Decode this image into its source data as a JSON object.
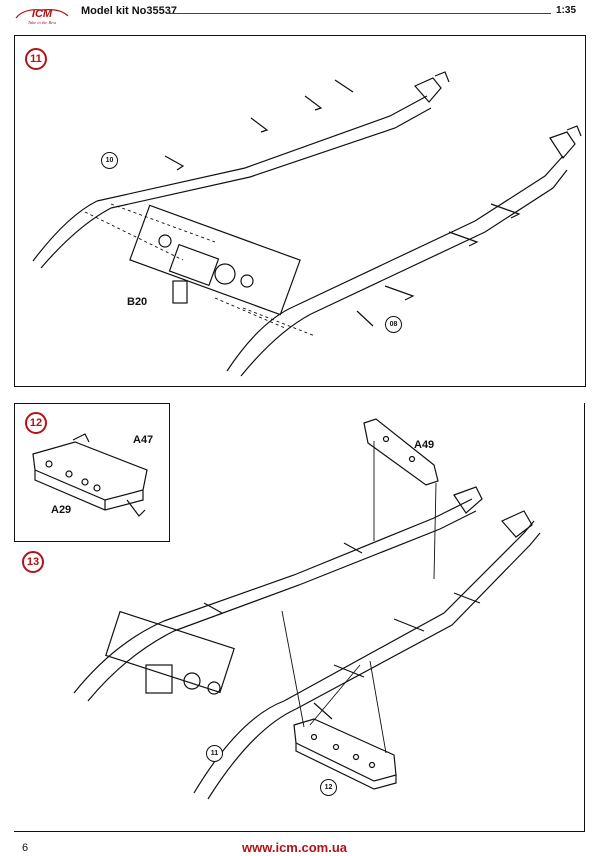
{
  "header": {
    "brand": "ICM",
    "tagline": "Take in the Best",
    "kit_title": "Model kit No35537",
    "scale": "1:35",
    "brand_color": "#b31217"
  },
  "steps": [
    {
      "number": "11",
      "labels": {
        "part": "B20",
        "ref_a": "10",
        "ref_b": "08"
      }
    },
    {
      "number": "12",
      "labels": {
        "part_a": "A47",
        "part_b": "A29"
      }
    },
    {
      "number": "13",
      "labels": {
        "part": "A49",
        "ref_a": "11",
        "ref_b": "12"
      }
    }
  ],
  "footer": {
    "page_number": "6",
    "website": "www.icm.com.ua"
  }
}
